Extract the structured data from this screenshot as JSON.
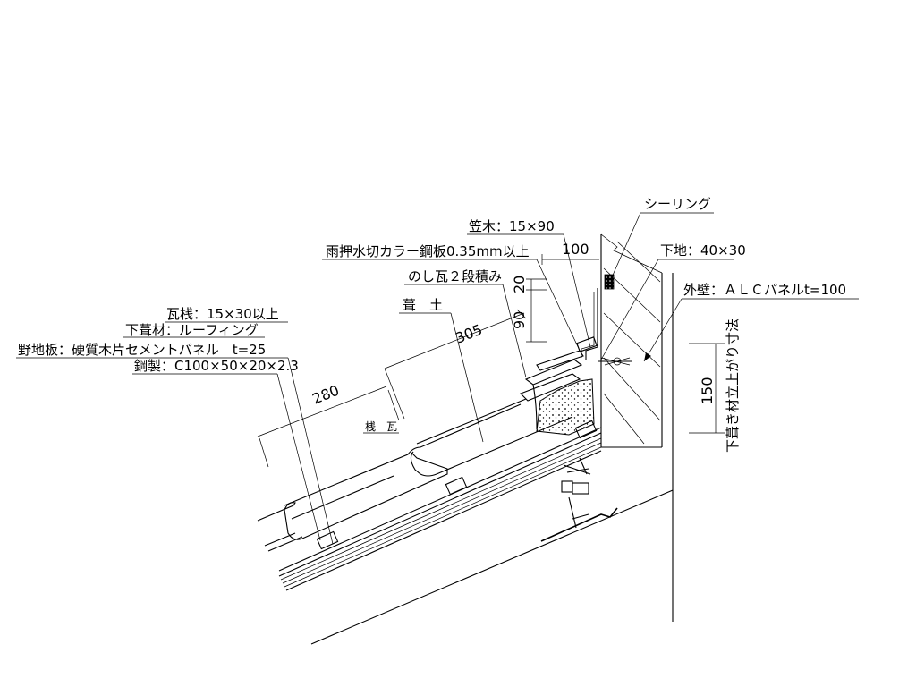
{
  "labels": {
    "sealing": "シーリング",
    "kasagi": "笠木：15×90",
    "amaosae": "雨押水切カラー鋼板0.35mm以上",
    "dim_100": "100",
    "shitaji": "下地：40×30",
    "noshigawara": "のし瓦２段積み",
    "gaiheki": "外壁：ＡＬＣパネルt=100",
    "dim_20": "20",
    "fukido": "葺　土",
    "dim_90": "90",
    "dim_305": "305",
    "kawarasan": "瓦桟：15×30以上",
    "shitabuki": "下葺材：ルーフィング",
    "nojiita": "野地板：硬質木片セメントパネル　t=25",
    "kousei": "鋼製：C100×50×20×2.3",
    "dim_280": "280",
    "sangawara": "桟　瓦",
    "dim_150": "150",
    "tachiagari": "下葺き材立上がり寸法"
  }
}
